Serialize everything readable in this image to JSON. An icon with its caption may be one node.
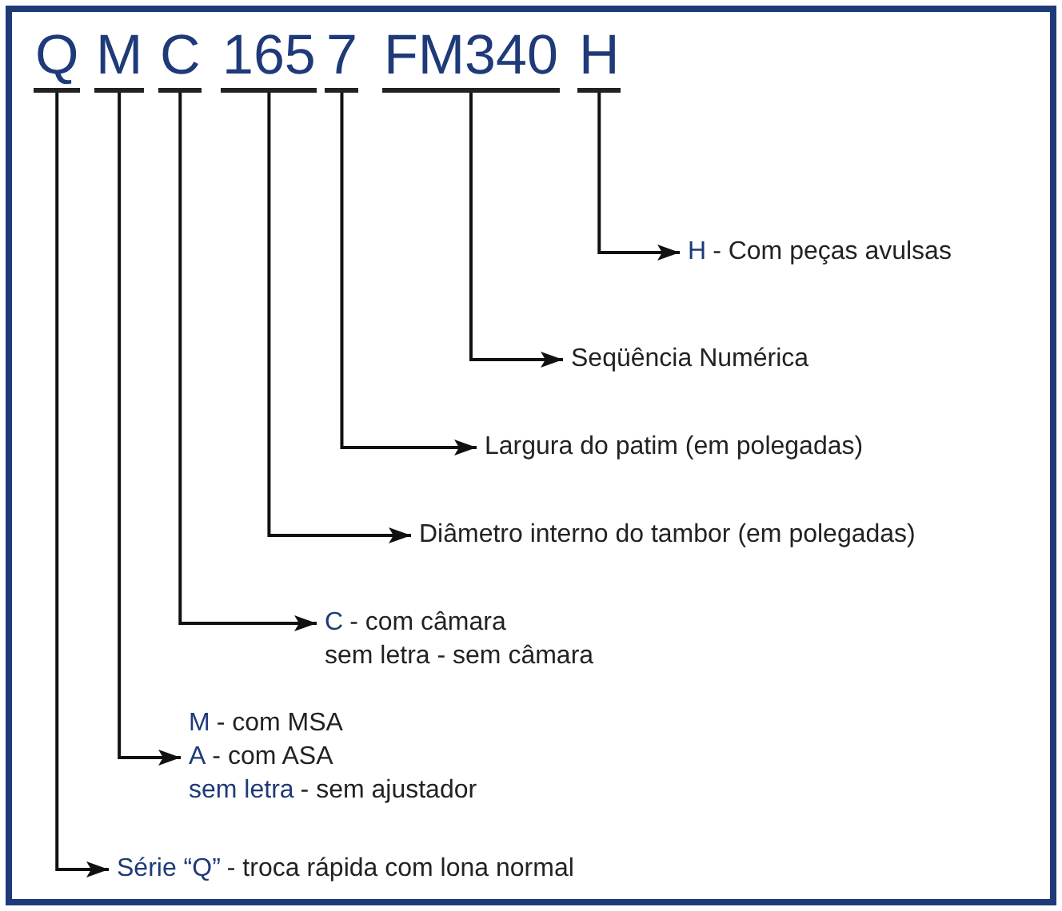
{
  "diagram": {
    "nodes": [
      {
        "text": [
          "Q"
        ]
      },
      {
        "text": [
          "M"
        ]
      },
      {
        "text": [
          "C"
        ]
      },
      {
        "text": [
          "165"
        ]
      },
      {
        "text": [
          "7"
        ]
      },
      {
        "text": [
          "FM340"
        ]
      },
      {
        "text": [
          "H"
        ]
      },
      {
        "text": [
          "H",
          "- Com peças avulsas"
        ]
      },
      {
        "text": [
          "Seqüência Numérica"
        ]
      },
      {
        "text": [
          "Largura do patim (em polegadas)"
        ]
      },
      {
        "text": [
          "Diâmetro interno do tambor (em polegadas)"
        ]
      },
      {
        "text": [
          "C",
          "- com câmara",
          "sem letra - sem câmara"
        ]
      },
      {
        "text": [
          "M",
          "- com MSA",
          "A",
          "- com ASA",
          "sem letra",
          "- sem ajustador"
        ]
      },
      {
        "text": [
          "Série “Q”",
          "- troca rápida com lona normal"
        ]
      }
    ],
    "edges": [
      {
        "from": 6,
        "to": 7,
        "arrow": "to"
      },
      {
        "from": 5,
        "to": 8,
        "arrow": "to"
      },
      {
        "from": 4,
        "to": 9,
        "arrow": "to"
      },
      {
        "from": 3,
        "to": 10,
        "arrow": "to"
      },
      {
        "from": 2,
        "to": 11,
        "arrow": "to"
      },
      {
        "from": 1,
        "to": 12,
        "arrow": "to"
      },
      {
        "from": 0,
        "to": 13,
        "arrow": "to"
      }
    ]
  }
}
